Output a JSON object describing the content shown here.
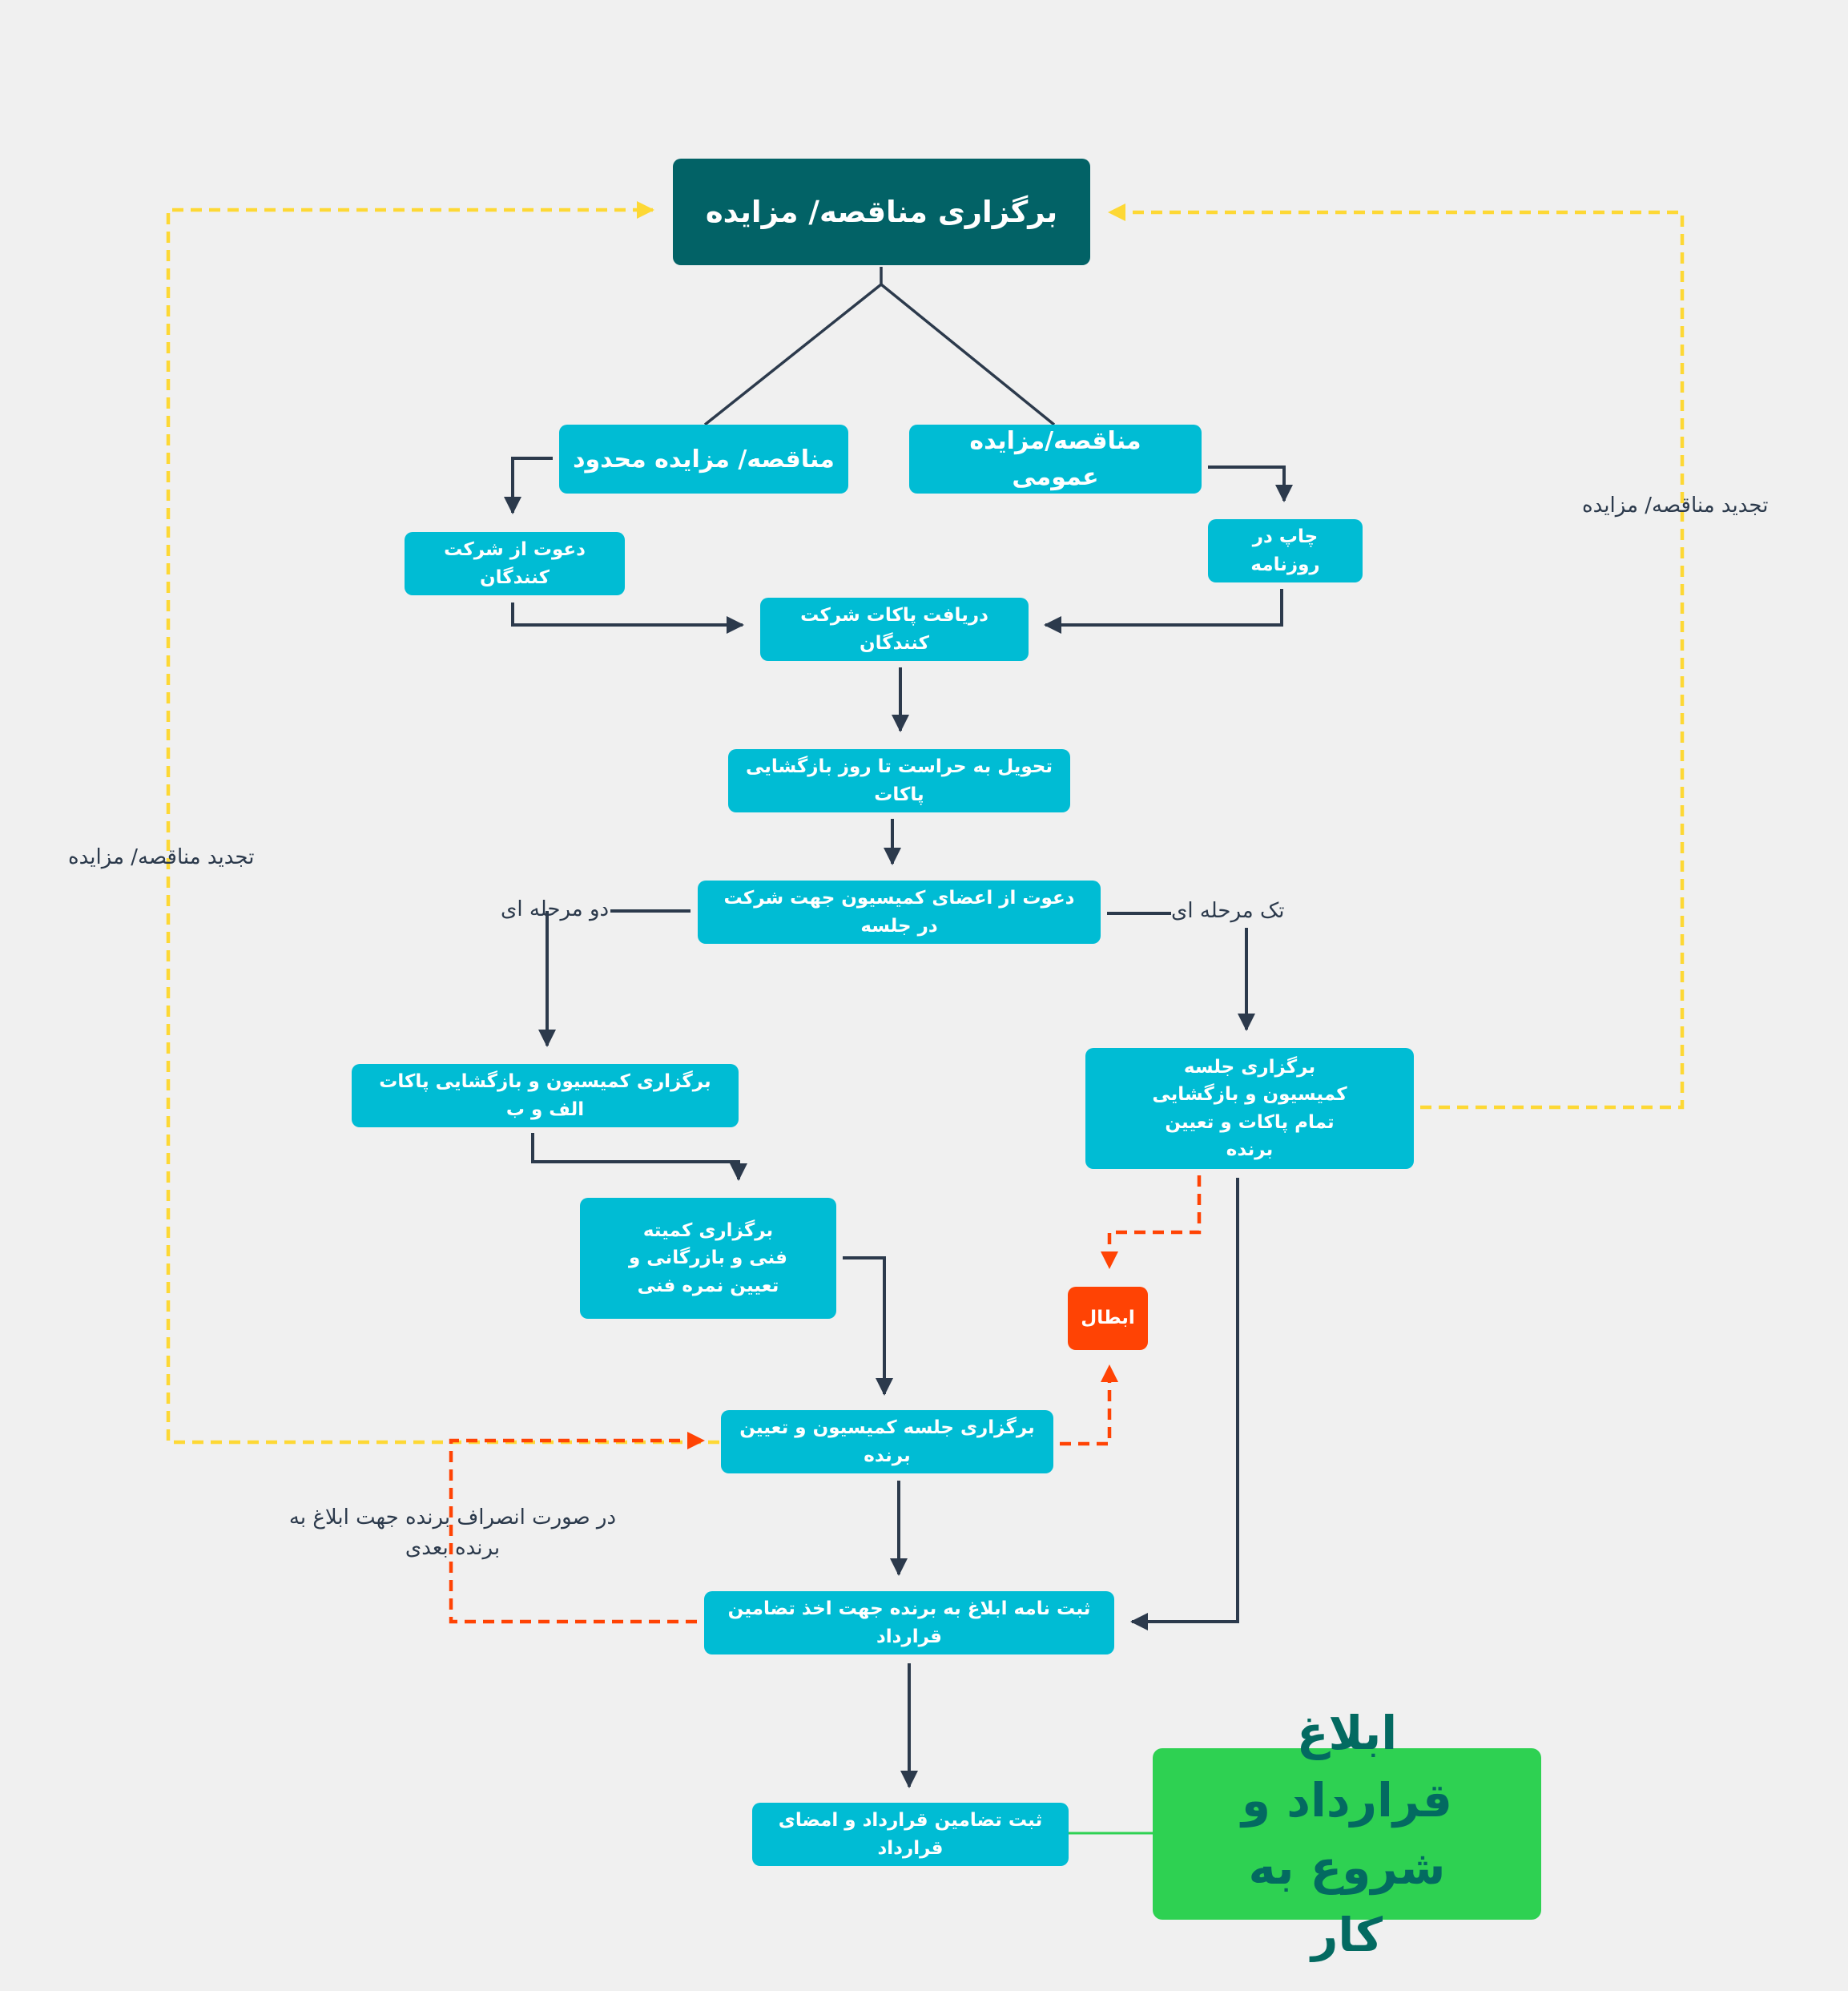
{
  "colors": {
    "background": "#f0f0f0",
    "title_box": "#026266",
    "step_box": "#00bcd4",
    "void_box": "#ff4304",
    "final_box": "#2ed152",
    "final_text": "#036a61",
    "flow_line": "#2c3a4c",
    "retender_line": "#fdd835",
    "alternate_line": "#ff4304"
  },
  "nodes": {
    "title": "برگزاری مناقصه/ مزایده",
    "public_tender": "مناقصه/مزایده عمومی",
    "limited_tender": "مناقصه/ مزایده محدود",
    "newspaper": "چاپ در روزنامه",
    "invite_participants": "دعوت از شرکت کنندگان",
    "receive_envelopes": "دریافت پاکات شرکت کنندگان",
    "custody": "تحویل به حراست تا روز بازگشایی پاکات",
    "invite_commission": "دعوت از اعضای کمیسیون جهت شرکت در جلسه",
    "commission_ab": "برگزاری کمیسیون و بازگشایی پاکات الف و ب",
    "technical_committee": "برگزاری کمیته فنی و بازرگانی و تعیین نمره فنی",
    "single_stage_session": "برگزاری جلسه کمیسیون و بازگشایی تمام پاکات و تعیین برنده",
    "void": "ابطال",
    "commission_winner": "برگزاری جلسه کمیسیون و تعیین برنده",
    "notify_winner": "ثبت نامه ابلاغ به برنده جهت اخذ تضامین قرارداد",
    "guarantees_sign": "ثبت تضامین قرارداد و امضای قرارداد",
    "final": "ابلاغ قرارداد و شروع به کار"
  },
  "labels": {
    "retender_left": "تجدید مناقصه/ مزایده",
    "retender_right": "تجدید مناقصه/ مزایده",
    "two_stage": "دو مرحله ای",
    "single_stage": "تک مرحله ای",
    "withdrawal": "در صورت انصراف برنده جهت ابلاغ به برنده بعدی"
  }
}
